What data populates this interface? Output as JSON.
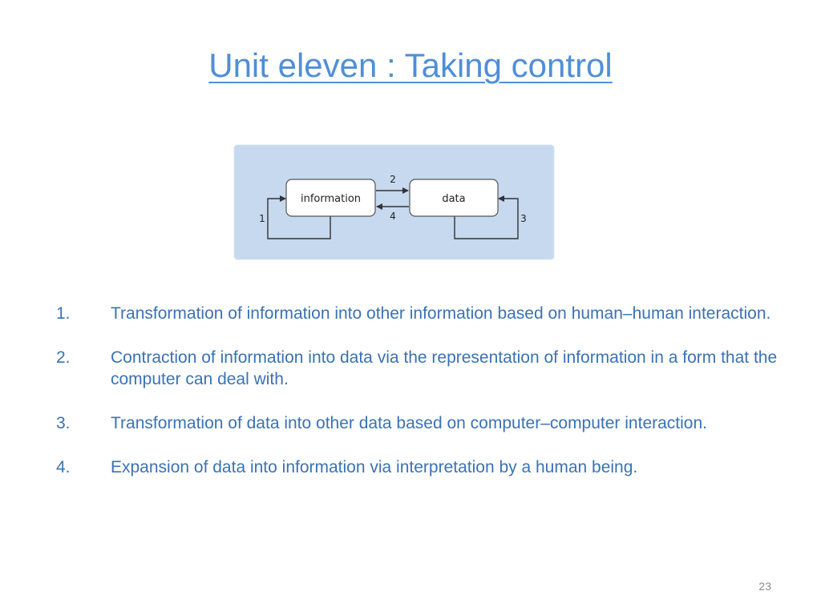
{
  "slide": {
    "title": "Unit eleven : Taking control",
    "page_number": "23"
  },
  "diagram": {
    "box_left_label": "information",
    "box_right_label": "data",
    "arrow_labels": [
      "1",
      "2",
      "3",
      "4"
    ],
    "colors": {
      "panel_fill": "#c6d9ee",
      "box_fill": "#ffffff",
      "line": "#333333"
    }
  },
  "items": [
    {
      "number": "1.",
      "text": "Transformation of information into other information based on human–human interaction."
    },
    {
      "number": "2.",
      "text": "Contraction of information into data via the representation of information in a form that the computer can deal with."
    },
    {
      "number": "3.",
      "text": "Transformation of data into other data based on computer–computer interaction."
    },
    {
      "number": "4.",
      "text": "Expansion of data into information via interpretation by a human being."
    }
  ],
  "colors": {
    "title": "#4f8fd8",
    "body_text": "#3a72b8",
    "page_number": "#8c8c8c"
  }
}
